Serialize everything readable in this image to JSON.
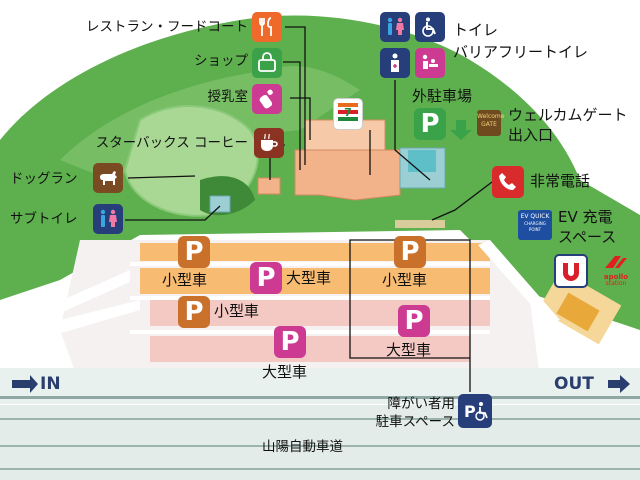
{
  "labels": {
    "restaurant": "レストラン・フードコート",
    "shop": "ショップ",
    "nursing": "授乳室",
    "starbucks": "スターバックス コーヒー",
    "dogrun": "ドッグラン",
    "subtoilet": "サブトイレ",
    "toilet": "トイレ",
    "barrierfree": "バリアフリートイレ",
    "outer_parking": "外駐車場",
    "welcome_gate_line1": "ウェルカムゲート",
    "welcome_gate_line2": "出入口",
    "emergency_phone": "非常電話",
    "ev_line1": "EV 充電",
    "ev_line2": "スペース",
    "small_car_1": "小型車",
    "small_car_2": "小型車",
    "small_car_3": "小型車",
    "large_car_1": "大型車",
    "large_car_2": "大型車",
    "large_car_3": "大型車",
    "disabled_line1": "障がい者用",
    "disabled_line2": "駐車スペース",
    "in": "IN",
    "out": "OUT",
    "expressway": "山陽自動車道"
  },
  "signs": {
    "parking": "P",
    "welcome_gate_sign_1": "Welcome",
    "welcome_gate_sign_2": "GATE",
    "ev_quick": "EV QUICK",
    "ev_quick_sub": "CHARGING POINT",
    "apollo": "apollo",
    "apollo_sub": "station",
    "seven_eleven": "ELEVEN"
  },
  "icons": {
    "restaurant": "fork-spoon-icon",
    "shop": "shopping-bag-icon",
    "nursing": "baby-bottle-icon",
    "starbucks": "coffee-cup-icon",
    "dogrun": "dog-icon",
    "subtoilet": "restroom-icon",
    "toilet": "restroom-icon",
    "barrierfree": "wheelchair-icon",
    "emergency_phone": "phone-icon",
    "disabled": "wheelchair-icon"
  },
  "colors": {
    "restaurant": "#ef6a2a",
    "shop": "#3ba24a",
    "nursing": "#cc3a91",
    "starbucks": "#8a3323",
    "dogrun": "#7a4a22",
    "restroom": "#263e7a",
    "emergency": "#d92b2b",
    "small_car": "#c9702a",
    "large_car": "#cc3a91",
    "outer_parking": "#3aa34a",
    "ev": "#1e4ea0"
  }
}
